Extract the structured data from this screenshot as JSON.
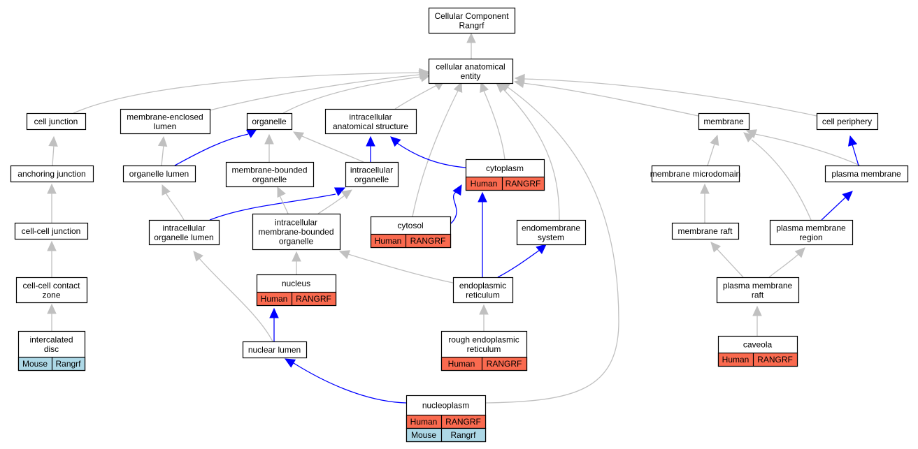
{
  "colors": {
    "is_a": "#c0c0c0",
    "part_of": "#0000ff",
    "human": "#fa6a4f",
    "mouse": "#add8e6",
    "node_border": "#000000",
    "node_fill": "#ffffff"
  },
  "nodes": [
    {
      "id": "root",
      "lines": [
        "Cellular Component",
        "Rangrf"
      ]
    },
    {
      "id": "cae",
      "lines": [
        "cellular anatomical",
        "entity"
      ]
    },
    {
      "id": "cj",
      "lines": [
        "cell junction"
      ]
    },
    {
      "id": "mel",
      "lines": [
        "membrane-enclosed",
        "lumen"
      ]
    },
    {
      "id": "org",
      "lines": [
        "organelle"
      ]
    },
    {
      "id": "ias",
      "lines": [
        "intracellular",
        "anatomical structure"
      ]
    },
    {
      "id": "mem",
      "lines": [
        "membrane"
      ]
    },
    {
      "id": "cp",
      "lines": [
        "cell periphery"
      ]
    },
    {
      "id": "aj",
      "lines": [
        "anchoring junction"
      ]
    },
    {
      "id": "ol",
      "lines": [
        "organelle lumen"
      ]
    },
    {
      "id": "mbo",
      "lines": [
        "membrane-bounded",
        "organelle"
      ]
    },
    {
      "id": "io",
      "lines": [
        "intracellular",
        "organelle"
      ]
    },
    {
      "id": "cyto",
      "lines": [
        "cytoplasm"
      ],
      "annotations": [
        [
          "Human",
          "RANGRF"
        ]
      ]
    },
    {
      "id": "mmd",
      "lines": [
        "membrane microdomain"
      ]
    },
    {
      "id": "pm",
      "lines": [
        "plasma membrane"
      ]
    },
    {
      "id": "ccj",
      "lines": [
        "cell-cell junction"
      ]
    },
    {
      "id": "iol",
      "lines": [
        "intracellular",
        "organelle lumen"
      ]
    },
    {
      "id": "imbo",
      "lines": [
        "intracellular",
        "membrane-bounded",
        "organelle"
      ]
    },
    {
      "id": "cytosol",
      "lines": [
        "cytosol"
      ],
      "annotations": [
        [
          "Human",
          "RANGRF"
        ]
      ]
    },
    {
      "id": "es",
      "lines": [
        "endomembrane",
        "system"
      ]
    },
    {
      "id": "mr",
      "lines": [
        "membrane raft"
      ]
    },
    {
      "id": "pmr",
      "lines": [
        "plasma membrane",
        "region"
      ]
    },
    {
      "id": "cccz",
      "lines": [
        "cell-cell contact",
        "zone"
      ]
    },
    {
      "id": "nuc",
      "lines": [
        "nucleus"
      ],
      "annotations": [
        [
          "Human",
          "RANGRF"
        ]
      ]
    },
    {
      "id": "er",
      "lines": [
        "endoplasmic",
        "reticulum"
      ]
    },
    {
      "id": "pmraft",
      "lines": [
        "plasma membrane",
        "raft"
      ]
    },
    {
      "id": "id",
      "lines": [
        "intercalated",
        "disc"
      ],
      "annotations": [
        [
          "Mouse",
          "Rangrf"
        ]
      ]
    },
    {
      "id": "nl",
      "lines": [
        "nuclear lumen"
      ]
    },
    {
      "id": "rer",
      "lines": [
        "rough endoplasmic",
        "reticulum"
      ],
      "annotations": [
        [
          "Human",
          "RANGRF"
        ]
      ]
    },
    {
      "id": "cav",
      "lines": [
        "caveola"
      ],
      "annotations": [
        [
          "Human",
          "RANGRF"
        ]
      ]
    },
    {
      "id": "np",
      "lines": [
        "nucleoplasm"
      ],
      "annotations": [
        [
          "Human",
          "RANGRF"
        ],
        [
          "Mouse",
          "Rangrf"
        ]
      ]
    }
  ],
  "edges": [
    {
      "from": "cae",
      "to": "root",
      "type": "is_a"
    },
    {
      "from": "cj",
      "to": "cae",
      "type": "is_a"
    },
    {
      "from": "mel",
      "to": "cae",
      "type": "is_a"
    },
    {
      "from": "org",
      "to": "cae",
      "type": "is_a"
    },
    {
      "from": "ias",
      "to": "cae",
      "type": "is_a"
    },
    {
      "from": "mem",
      "to": "cae",
      "type": "is_a"
    },
    {
      "from": "cp",
      "to": "cae",
      "type": "is_a"
    },
    {
      "from": "cyto",
      "to": "cae",
      "type": "is_a"
    },
    {
      "from": "cytosol",
      "to": "cae",
      "type": "is_a"
    },
    {
      "from": "es",
      "to": "cae",
      "type": "is_a"
    },
    {
      "from": "np",
      "to": "cae",
      "type": "is_a"
    },
    {
      "from": "aj",
      "to": "cj",
      "type": "is_a"
    },
    {
      "from": "ol",
      "to": "mel",
      "type": "is_a"
    },
    {
      "from": "ol",
      "to": "org",
      "type": "part_of"
    },
    {
      "from": "mbo",
      "to": "org",
      "type": "is_a"
    },
    {
      "from": "io",
      "to": "org",
      "type": "is_a"
    },
    {
      "from": "io",
      "to": "ias",
      "type": "part_of"
    },
    {
      "from": "cyto",
      "to": "ias",
      "type": "part_of"
    },
    {
      "from": "mmd",
      "to": "mem",
      "type": "is_a"
    },
    {
      "from": "pm",
      "to": "mem",
      "type": "is_a"
    },
    {
      "from": "pm",
      "to": "cp",
      "type": "part_of"
    },
    {
      "from": "ccj",
      "to": "aj",
      "type": "is_a"
    },
    {
      "from": "iol",
      "to": "ol",
      "type": "is_a"
    },
    {
      "from": "iol",
      "to": "io",
      "type": "part_of"
    },
    {
      "from": "imbo",
      "to": "mbo",
      "type": "is_a"
    },
    {
      "from": "imbo",
      "to": "io",
      "type": "is_a"
    },
    {
      "from": "cytosol",
      "to": "cyto",
      "type": "part_of"
    },
    {
      "from": "mr",
      "to": "mmd",
      "type": "is_a"
    },
    {
      "from": "pmr",
      "to": "mem",
      "type": "is_a"
    },
    {
      "from": "pmr",
      "to": "pm",
      "type": "part_of"
    },
    {
      "from": "cccz",
      "to": "ccj",
      "type": "is_a"
    },
    {
      "from": "nuc",
      "to": "imbo",
      "type": "is_a"
    },
    {
      "from": "er",
      "to": "imbo",
      "type": "is_a"
    },
    {
      "from": "er",
      "to": "cyto",
      "type": "part_of"
    },
    {
      "from": "er",
      "to": "es",
      "type": "part_of"
    },
    {
      "from": "pmraft",
      "to": "mr",
      "type": "is_a"
    },
    {
      "from": "pmraft",
      "to": "pmr",
      "type": "is_a"
    },
    {
      "from": "id",
      "to": "cccz",
      "type": "is_a"
    },
    {
      "from": "nl",
      "to": "iol",
      "type": "is_a"
    },
    {
      "from": "nl",
      "to": "nuc",
      "type": "part_of"
    },
    {
      "from": "rer",
      "to": "er",
      "type": "is_a"
    },
    {
      "from": "cav",
      "to": "pmraft",
      "type": "is_a"
    },
    {
      "from": "np",
      "to": "nl",
      "type": "part_of"
    }
  ]
}
